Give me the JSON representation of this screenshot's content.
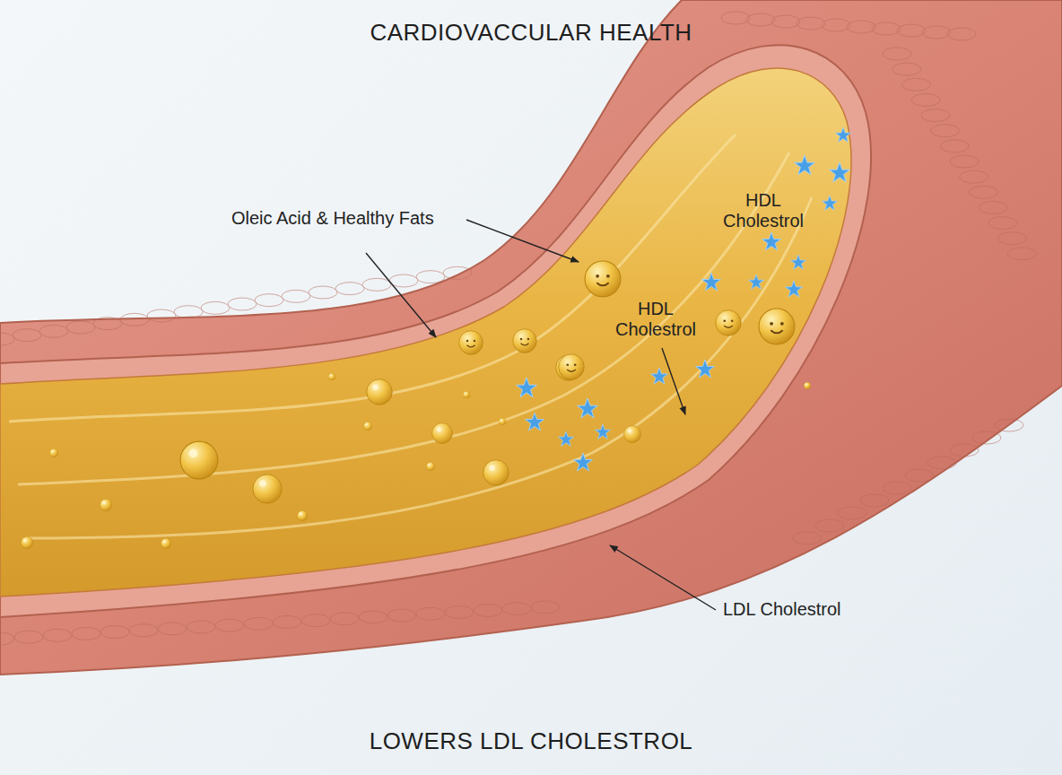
{
  "diagram": {
    "title": "CARDIOVACCULAR HEALTH",
    "caption": "LOWERS LDL CHOLESTROL",
    "labels": [
      "Oleic Acid & Healthy Fats",
      "HDL Cholestrol",
      "HDL Cholestrol",
      "LDL Cholestrol"
    ]
  }
}
